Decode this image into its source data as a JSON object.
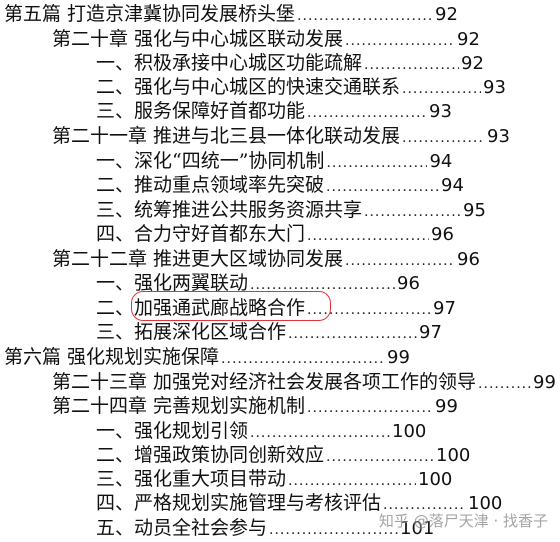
{
  "toc": [
    {
      "level": 0,
      "text": "第五篇 打造京津冀协同发展桥头堡",
      "page": "92"
    },
    {
      "level": 1,
      "text": "第二十章  强化与中心城区联动发展",
      "page": "92"
    },
    {
      "level": 2,
      "text": "一、积极承接中心城区功能疏解",
      "page": "92"
    },
    {
      "level": 2,
      "text": "二、强化与中心城区的快速交通联系",
      "page": "93"
    },
    {
      "level": 2,
      "text": "三、服务保障好首都功能",
      "page": "93"
    },
    {
      "level": 1,
      "text": "第二十一章  推进与北三县一体化联动发展",
      "page": "93"
    },
    {
      "level": 2,
      "text": "一、深化“四统一”协同机制",
      "page": "94"
    },
    {
      "level": 2,
      "text": "二、推动重点领域率先突破",
      "page": "94"
    },
    {
      "level": 2,
      "text": "三、统筹推进公共服务资源共享",
      "page": "95"
    },
    {
      "level": 2,
      "text": "四、合力守好首都东大门",
      "page": "96"
    },
    {
      "level": 1,
      "text": "第二十二章  推进更大区域协同发展",
      "page": "96"
    },
    {
      "level": 2,
      "text": "一、强化两翼联动",
      "page": "96"
    },
    {
      "level": 2,
      "text": "二、加强通武廊战略合作",
      "page": "97"
    },
    {
      "level": 2,
      "text": "三、拓展深化区域合作",
      "page": "97"
    },
    {
      "level": 0,
      "text": "第六篇 强化规划实施保障",
      "page": "99"
    },
    {
      "level": 1,
      "text": "第二十三章  加强党对经济社会发展各项工作的领导",
      "page": "99"
    },
    {
      "level": 1,
      "text": "第二十四章  完善规划实施机制",
      "page": "99"
    },
    {
      "level": 2,
      "text": "一、强化规划引领",
      "page": "100"
    },
    {
      "level": 2,
      "text": "二、增强政策协同创新效应",
      "page": "100"
    },
    {
      "level": 2,
      "text": "三、强化重大项目带动",
      "page": "100"
    },
    {
      "level": 2,
      "text": "四、严格规划实施管理与考核评估",
      "page": "100"
    },
    {
      "level": 2,
      "text": "五、动员全社会参与",
      "page": "101"
    }
  ],
  "watermark": "知乎 @落尸天津 · 找香子"
}
